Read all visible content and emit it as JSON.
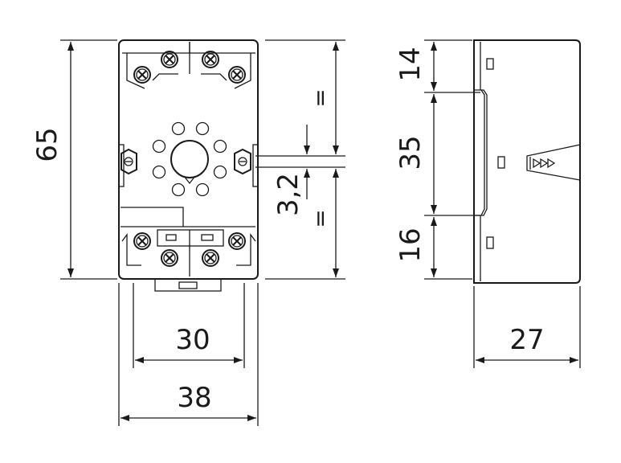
{
  "front_view": {
    "height_label": "65",
    "inner_width_label": "30",
    "outer_width_label": "38",
    "offset_label": "3,2",
    "equal_mark_top": "=",
    "equal_mark_bottom": "="
  },
  "side_view": {
    "top_segment_label": "14",
    "middle_segment_label": "35",
    "bottom_segment_label": "16",
    "depth_label": "27"
  }
}
